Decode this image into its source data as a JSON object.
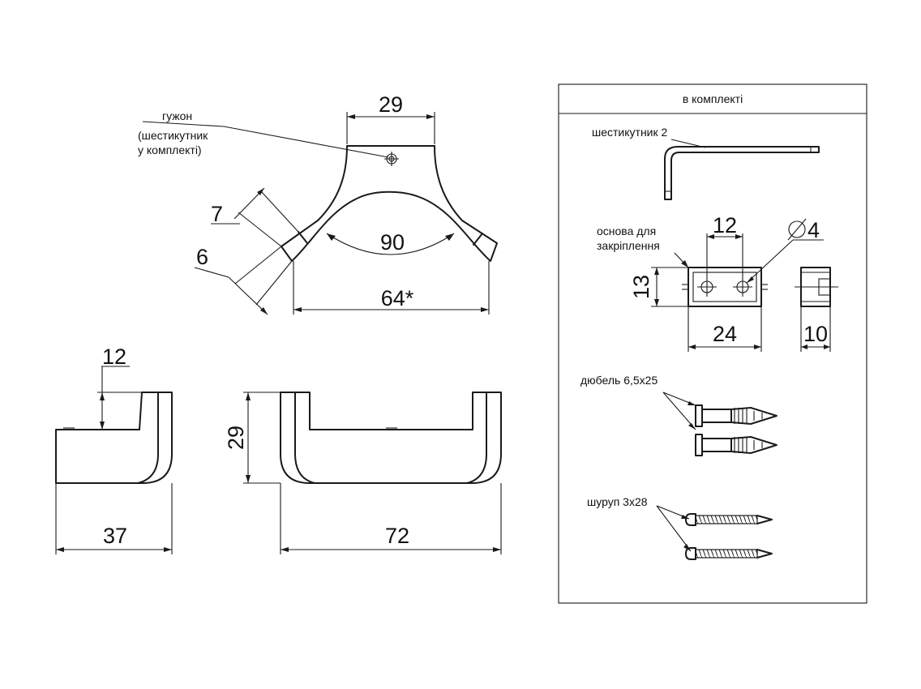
{
  "labels": {
    "stud": "гужон",
    "stud_note_1": "(шестикутник",
    "stud_note_2": "у комплекті)",
    "panel_title": "в комплекті",
    "hex_key": "шестикутник 2",
    "base_1": "основа для",
    "base_2": "закріплення",
    "dowel": "дюбель 6,5х25",
    "screw": "шуруп 3х28"
  },
  "dims": {
    "top_width": "29",
    "arm_7": "7",
    "arm_6": "6",
    "angle": "90",
    "span": "64*",
    "side_12": "12",
    "side_37": "37",
    "front_29": "29",
    "front_72": "72",
    "base_12": "12",
    "base_hole": "4",
    "base_13": "13",
    "base_24": "24",
    "base_10": "10"
  }
}
